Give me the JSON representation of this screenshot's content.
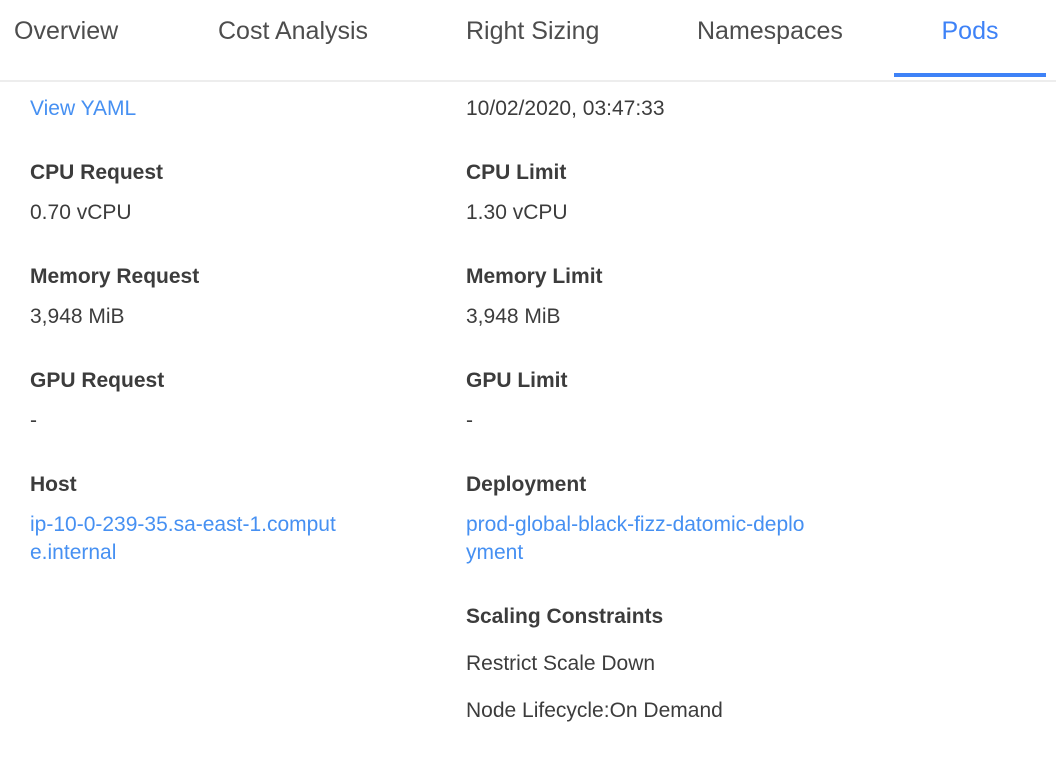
{
  "colors": {
    "accent": "#3e82f7",
    "link": "#4690f2",
    "tab_inactive_text": "#4d4d4d",
    "body_text": "#3c3c3c",
    "divider": "#ededed"
  },
  "tabs": [
    {
      "label": "Overview",
      "active": false
    },
    {
      "label": "Cost Analysis",
      "active": false
    },
    {
      "label": "Right Sizing",
      "active": false
    },
    {
      "label": "Namespaces",
      "active": false
    },
    {
      "label": "Pods",
      "active": true
    }
  ],
  "details": {
    "view_yaml": "View YAML",
    "timestamp": "10/02/2020, 03:47:33",
    "cpu_request": {
      "label": "CPU Request",
      "value": "0.70 vCPU"
    },
    "cpu_limit": {
      "label": "CPU Limit",
      "value": "1.30 vCPU"
    },
    "memory_request": {
      "label": "Memory Request",
      "value": "3,948 MiB"
    },
    "memory_limit": {
      "label": "Memory Limit",
      "value": "3,948 MiB"
    },
    "gpu_request": {
      "label": "GPU Request",
      "value": "-"
    },
    "gpu_limit": {
      "label": "GPU Limit",
      "value": "-"
    },
    "host": {
      "label": "Host",
      "value": "ip-10-0-239-35.sa-east-1.compute.internal"
    },
    "deployment": {
      "label": "Deployment",
      "value": "prod-global-black-fizz-datomic-deployment"
    },
    "scaling_constraints": {
      "label": "Scaling Constraints",
      "values": [
        "Restrict Scale Down",
        "Node Lifecycle:On Demand"
      ]
    }
  }
}
